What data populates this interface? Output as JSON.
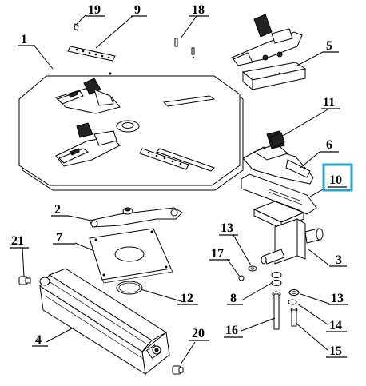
{
  "callouts": {
    "c1": "1",
    "c2": "2",
    "c3": "3",
    "c4": "4",
    "c5": "5",
    "c6": "6",
    "c7": "7",
    "c8": "8",
    "c9": "9",
    "c10": "10",
    "c11": "11",
    "c12": "12",
    "c13a": "13",
    "c13b": "13",
    "c14": "14",
    "c15": "15",
    "c16": "16",
    "c17": "17",
    "c18": "18",
    "c19": "19",
    "c20": "20",
    "c21": "21"
  },
  "colors": {
    "line": "#000000",
    "highlight_box": "#29a3c7",
    "background": "#ffffff"
  }
}
